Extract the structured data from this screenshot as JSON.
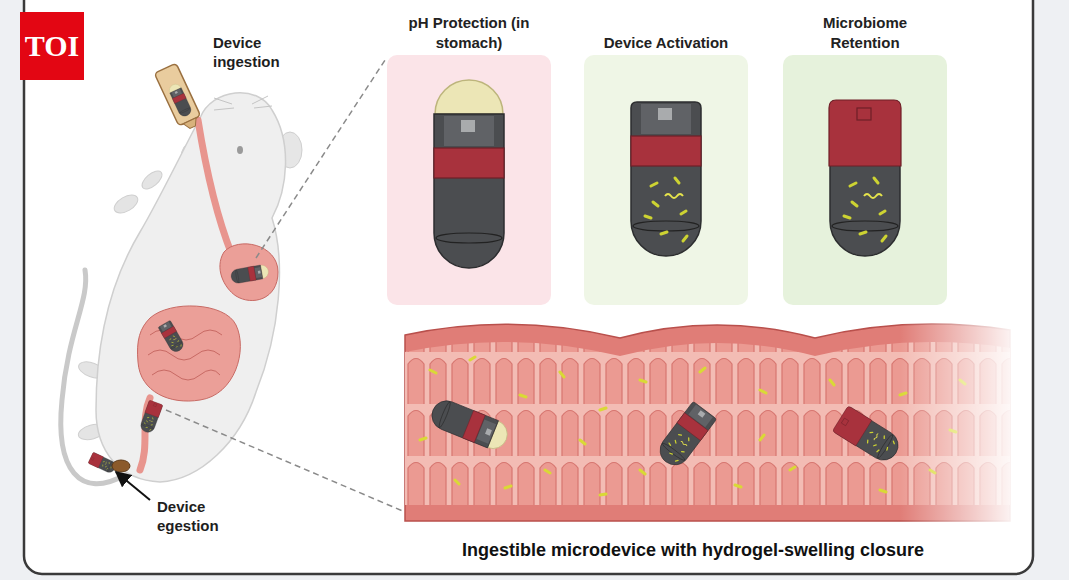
{
  "diagram": {
    "caption": "Ingestible microdevice with hydrogel-swelling closure",
    "nodes": [
      {
        "text": [
          "pH Protection (in stomach)"
        ]
      },
      {
        "text": [
          "Device Activation"
        ]
      },
      {
        "text": [
          "Microbiome Retention"
        ]
      }
    ],
    "labels": [
      "TOI",
      "Device ingestion",
      "Device egestion"
    ]
  }
}
